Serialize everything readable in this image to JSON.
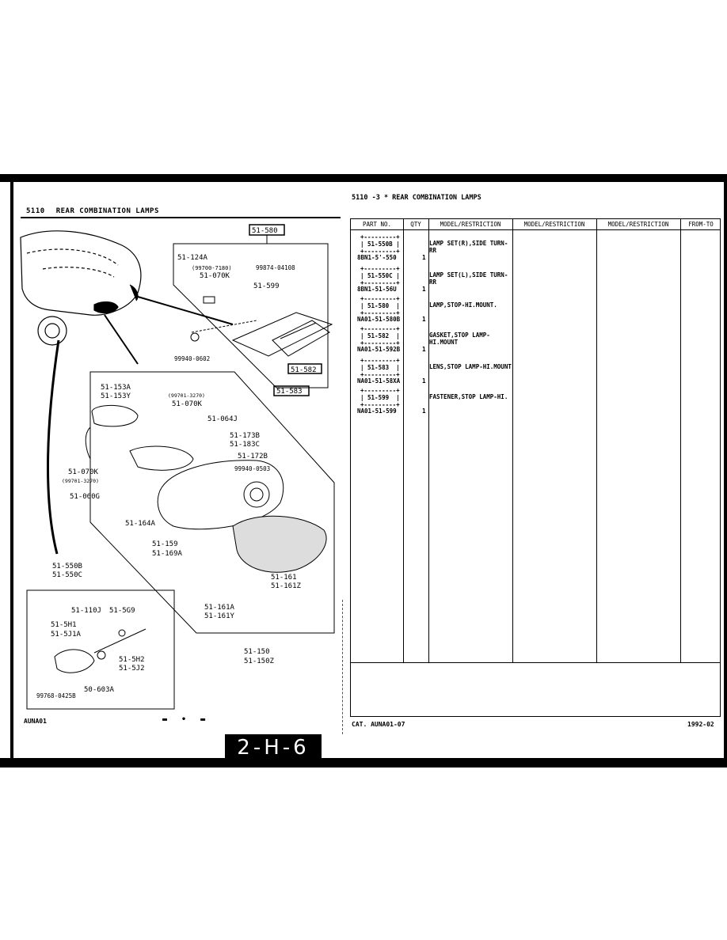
{
  "left_page": {
    "section_code": "5110",
    "section_title": "REAR COMBINATION LAMPS",
    "footer_code": "AUNA01",
    "page_number": "2-H-6",
    "callouts": {
      "c_580": "51-580",
      "c_124A": "51-124A",
      "c_070K_top": "51-070K",
      "c_599": "51-599",
      "c_582": "51-582",
      "c_583": "51-583",
      "std_7180": "(99700-7180)",
      "std_04108": "99874-04108",
      "std_0602": "99940-0602",
      "c_153A": "51-153A",
      "c_153Y": "51-153Y",
      "std_3270a": "(99701-3270)",
      "c_070K_mid": "51-070K",
      "c_064J": "51-064J",
      "c_173B": "51-173B",
      "c_183C": "51-183C",
      "c_172B": "51-172B",
      "std_0503": "99940-0503",
      "c_070K_low": "51-070K",
      "std_3270b": "(99701-3270)",
      "c_060G": "51-060G",
      "c_164A": "51-164A",
      "c_159": "51-159",
      "c_169A": "51-169A",
      "c_161": "51-161",
      "c_161Z": "51-161Z",
      "c_161A": "51-161A",
      "c_161Y": "51-161Y",
      "c_150": "51-150",
      "c_150Z": "51-150Z",
      "c_550B": "51-550B",
      "c_550C": "51-550C",
      "c_110J": "51-110J",
      "c_5G9": "51-5G9",
      "c_5H1": "51-5H1",
      "c_5J1A": "51-5J1A",
      "c_5H2": "51-5H2",
      "c_5J2": "51-5J2",
      "c_603A": "50-603A",
      "std_0425B": "99768-0425B"
    }
  },
  "right_page": {
    "header": "5110  -3 *  REAR COMBINATION LAMPS",
    "columns": [
      "PART NO.",
      "QTY",
      "MODEL/RESTRICTION",
      "MODEL/RESTRICTION",
      "MODEL/RESTRICTION",
      "FROM-TO"
    ],
    "rows": [
      {
        "ref": "51-550B",
        "part_no": "8BN1-5'-550",
        "qty": "1",
        "desc": "LAMP SET(R),SIDE TURN-RR"
      },
      {
        "ref": "51-550C",
        "part_no": "8BN1-51-56U",
        "qty": "1",
        "desc": "LAMP SET(L),SIDE TURN-RR"
      },
      {
        "ref": "51-580",
        "part_no": "NA01-51-580B",
        "qty": "1",
        "desc": "LAMP,STOP-HI.MOUNT."
      },
      {
        "ref": "51-582",
        "part_no": "NA01-51-592B",
        "qty": "1",
        "desc": "GASKET,STOP LAMP-HI.MOUNT"
      },
      {
        "ref": "51-583",
        "part_no": "NA01-51-58XA",
        "qty": "1",
        "desc": "LENS,STOP LAMP-HI.MOUNT"
      },
      {
        "ref": "51-599",
        "part_no": "NA01-51-599",
        "qty": "1",
        "desc": "FASTENER,STOP LAMP-HI."
      }
    ],
    "footer_cat": "CAT. AUNA01-07",
    "footer_date": "1992-02"
  }
}
